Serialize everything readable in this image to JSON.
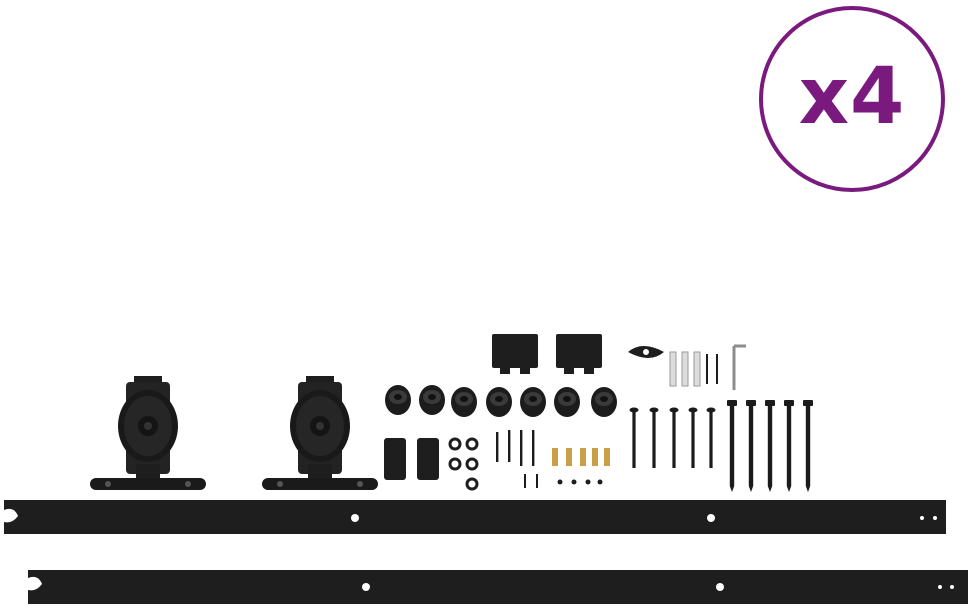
{
  "badge": {
    "text": "x4",
    "color": "#7a1a7e"
  },
  "hardware": {
    "color": "#1e1e1e",
    "items": [
      "flat-track-rail",
      "t-hanger-roller",
      "door-guide-block",
      "anti-jump-block",
      "stopper",
      "spacer-washer",
      "wall-anchor",
      "lag-bolt",
      "screw",
      "allen-key",
      "floor-guide"
    ]
  }
}
